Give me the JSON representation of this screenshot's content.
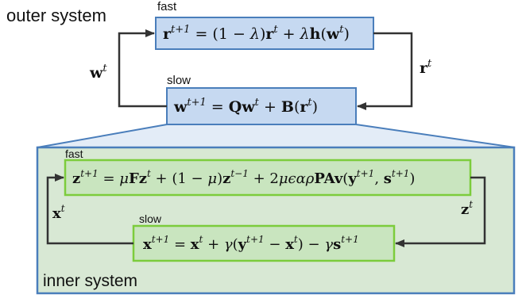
{
  "outer": {
    "label": "outer system",
    "fast_tag": "fast",
    "slow_tag": "slow",
    "fast_eq": {
      "lhs_v": "r",
      "lhs_sup": "t+1",
      "eqsign": " = ",
      "p1": "(1 − ",
      "lam1": "λ",
      "p2": ")",
      "r2": "r",
      "sup2": "t",
      "plus": " + ",
      "lam2": "λ",
      "h": "h",
      "open": "(",
      "w": "w",
      "sup3": "t",
      "close": ")"
    },
    "slow_eq": {
      "lhs_v": "w",
      "lhs_sup": "t+1",
      "eqsign": " = ",
      "Q": "Q",
      "w": "w",
      "sup": "t",
      "plus": " + ",
      "B": "B",
      "open": "(",
      "r": "r",
      "sup2": "t",
      "close": ")"
    },
    "left_var": "w",
    "left_sup": "t",
    "right_var": "r",
    "right_sup": "t"
  },
  "inner": {
    "label": "inner system",
    "fast_tag": "fast",
    "slow_tag": "slow",
    "fast_eq": {
      "z": "z",
      "sup": "t+1",
      "eqsign": " = ",
      "mu": "μ",
      "F": "F",
      "z2": "z",
      "sup2": "t",
      "plus1": " + (1 − ",
      "mu2": "μ",
      "p": ")",
      "z3": "z",
      "sup3": "t−1",
      "plus2": " + 2",
      "mu3": "μϵαρ",
      "PA": "PA",
      "v": "v",
      "open": "(",
      "y": "y",
      "sup4": "t+1",
      "comma": ", ",
      "s": "s",
      "sup5": "t+1",
      "close": ")"
    },
    "slow_eq": {
      "x": "x",
      "sup": "t+1",
      "eqsign": " = ",
      "x2": "x",
      "sup2": "t",
      "plus": " + ",
      "g": "γ",
      "open": "(",
      "y": "y",
      "sup3": "t+1",
      "minus": " − ",
      "x3": "x",
      "sup4": "t",
      "close": ")",
      "minus2": " − ",
      "g2": "γ",
      "s": "s",
      "sup5": "t+1"
    },
    "left_var": "x",
    "left_sup": "t",
    "right_var": "z",
    "right_sup": "t"
  },
  "colors": {
    "outer_box_fill": "#c6d9f1",
    "outer_box_stroke": "#4a7ebb",
    "inner_panel_fill": "#d8e8d4",
    "inner_panel_stroke": "#4a7ebb",
    "inner_box_fill": "#c9e5bf",
    "inner_box_stroke": "#7ccc3c",
    "arrow": "#333333"
  }
}
